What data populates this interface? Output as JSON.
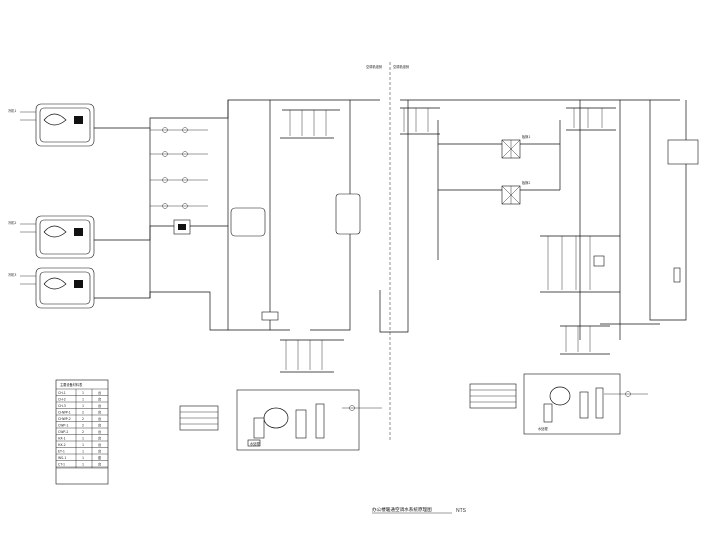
{
  "drawing": {
    "title": "办公楼暖通空调水系统原理图",
    "scale_note": "NTS",
    "zone_label_left": "空调机组侧",
    "zone_label_right": "空调机组侧"
  },
  "chiller_units": [
    {
      "label": "冷机1"
    },
    {
      "label": "冷机2"
    },
    {
      "label": "冷机3"
    }
  ],
  "heat_exchangers": [
    {
      "label": "板换1"
    },
    {
      "label": "板换2"
    }
  ],
  "legend_table": {
    "title": "主要设备材料表",
    "rows": [
      [
        "CH-1",
        "1",
        "台"
      ],
      [
        "CH-2",
        "1",
        "台"
      ],
      [
        "CH-3",
        "1",
        "台"
      ],
      [
        "CHWP-1",
        "2",
        "台"
      ],
      [
        "CHWP-2",
        "2",
        "台"
      ],
      [
        "CWP-1",
        "2",
        "台"
      ],
      [
        "CWP-2",
        "2",
        "台"
      ],
      [
        "HX-1",
        "1",
        "台"
      ],
      [
        "HX-2",
        "1",
        "台"
      ],
      [
        "ET-1",
        "1",
        "台"
      ],
      [
        "WS-1",
        "1",
        "套"
      ],
      [
        "CT-1",
        "1",
        "台"
      ]
    ]
  },
  "left_treatment_box": {
    "label": "水处理"
  },
  "right_treatment_box": {
    "label": "水处理"
  }
}
